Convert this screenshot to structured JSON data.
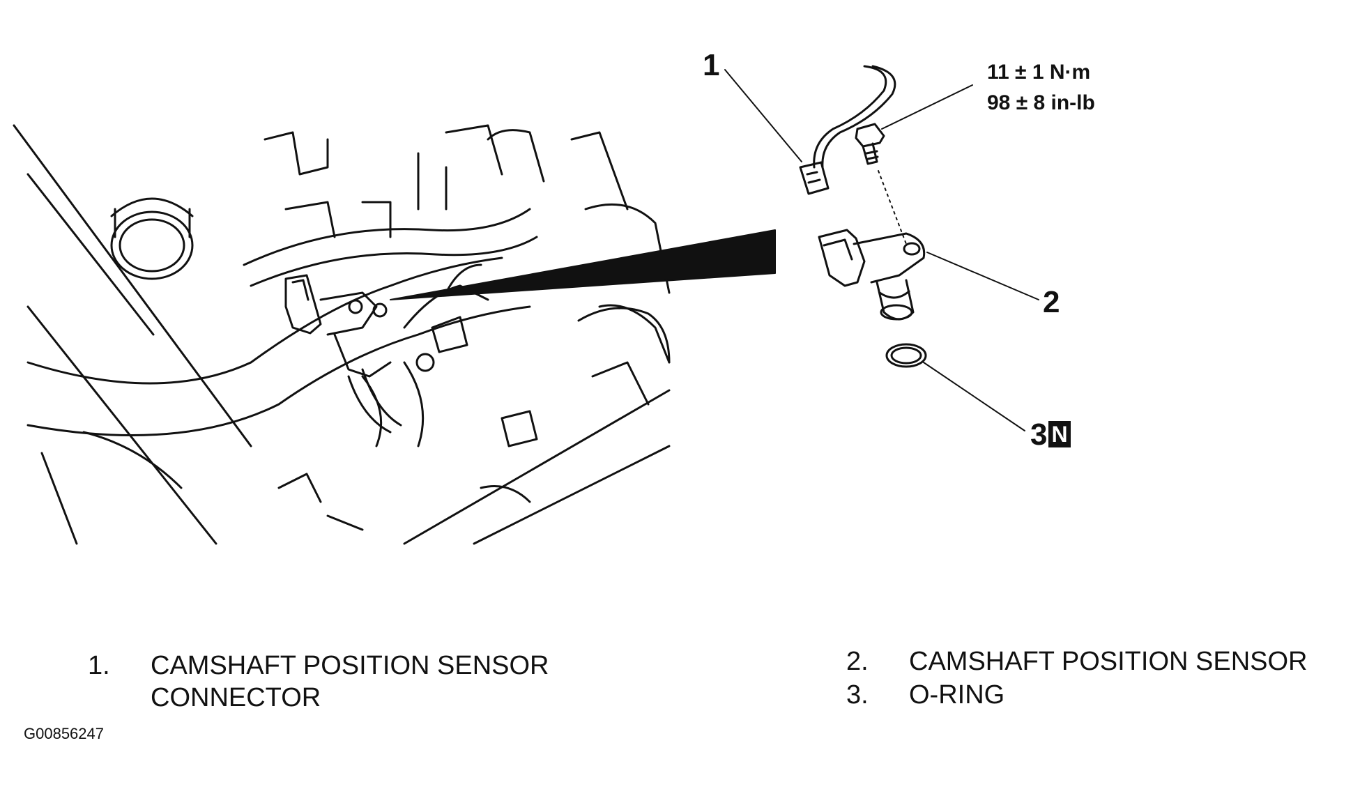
{
  "callouts": {
    "c1": "1",
    "c2": "2",
    "c3": "3",
    "c3_badge": "N",
    "torque_metric": "11 ± 1 N·m",
    "torque_imperial": "98 ± 8 in-lb"
  },
  "legend": [
    {
      "index": "1.",
      "lines": [
        "CAMSHAFT POSITION SENSOR",
        "CONNECTOR"
      ]
    },
    {
      "index": "2.",
      "lines": [
        "CAMSHAFT POSITION SENSOR"
      ]
    },
    {
      "index": "3.",
      "lines": [
        "O-RING"
      ]
    }
  ],
  "figure_id": "G00856247",
  "colors": {
    "ink": "#111111",
    "background": "#ffffff"
  }
}
